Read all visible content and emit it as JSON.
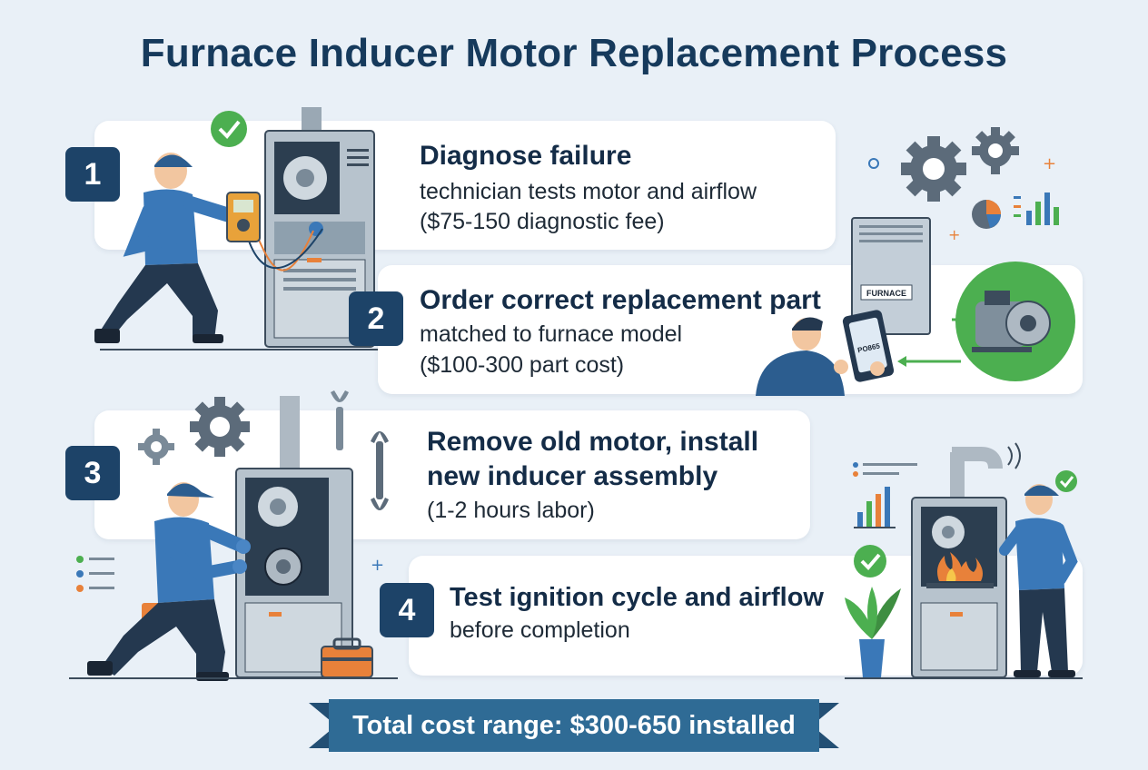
{
  "title": "Furnace Inducer Motor Replacement Process",
  "steps": [
    {
      "number": "1",
      "title": "Diagnose failure",
      "lines": [
        "technician tests motor and airflow",
        "($75-150 diagnostic fee)"
      ]
    },
    {
      "number": "2",
      "title": "Order correct replacement part",
      "lines": [
        "matched to furnace model",
        "($100-300 part cost)"
      ]
    },
    {
      "number": "3",
      "title_lines": [
        "Remove old motor, install",
        "new inducer assembly"
      ],
      "lines": [
        "(1-2 hours labor)"
      ]
    },
    {
      "number": "4",
      "title": "Test ignition cycle and airflow",
      "lines": [
        "before completion"
      ]
    }
  ],
  "illustration_text": {
    "furnace_label": "FURNACE",
    "phone_text": "PO865"
  },
  "footer": {
    "total": "Total cost range: $300-650 installed"
  },
  "colors": {
    "navy": "#1d4368",
    "banner": "#2f6b95",
    "green": "#4caf50",
    "orange": "#e8813a",
    "bg": "#e9f0f7"
  },
  "icons": [
    "checkmark-badge-icon",
    "gear-icon",
    "wrench-icon",
    "pie-chart-icon",
    "bar-chart-icon",
    "toolbox-icon",
    "plant-icon",
    "flame-icon",
    "motor-icon",
    "phone-icon"
  ]
}
